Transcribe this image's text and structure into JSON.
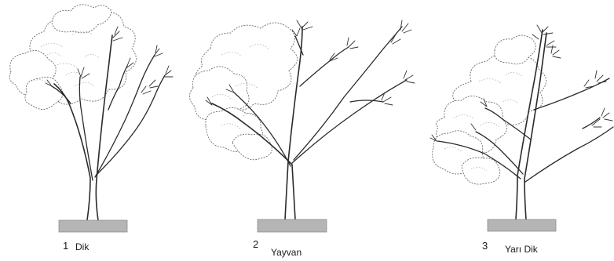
{
  "figure": {
    "trees": [
      {
        "number": "1",
        "label": "Dik"
      },
      {
        "number": "2",
        "label": "Yayvan"
      },
      {
        "number": "3",
        "label": "Yarı Dik"
      }
    ]
  }
}
